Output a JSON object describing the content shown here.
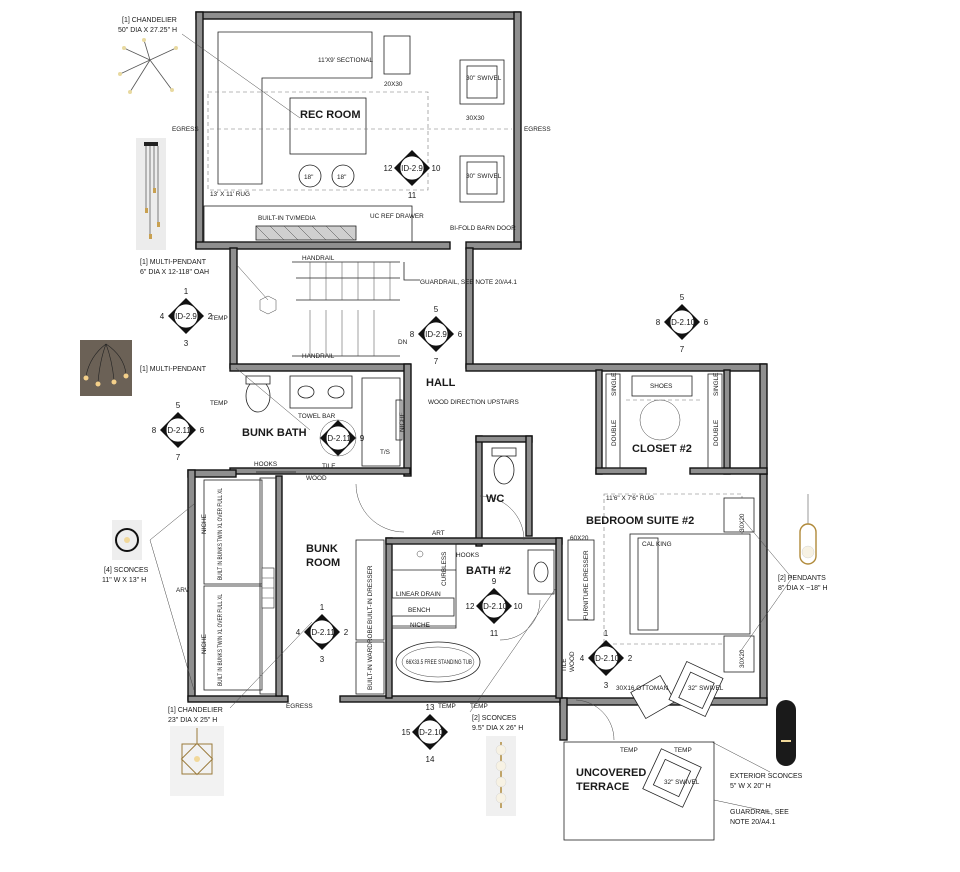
{
  "rooms": {
    "rec_room": "REC ROOM",
    "hall": "HALL",
    "bunk_bath": "BUNK BATH",
    "bunk_room": "BUNK ROOM",
    "wc": "WC",
    "bath2": "BATH #2",
    "closet2": "CLOSET #2",
    "bedroom2": "BEDROOM SUITE #2",
    "terrace": "UNCOVERED TERRACE"
  },
  "bunk_room_lines": [
    "BUNK",
    "ROOM"
  ],
  "terrace_lines": [
    "UNCOVERED",
    "TERRACE"
  ],
  "labels": {
    "sectional": "11'X9' SECTIONAL",
    "table_20x30": "20X30",
    "swivel_30": "30\" SWIVEL",
    "table_30x30": "30X30",
    "stool_18": "18\"",
    "rug_13x11": "13' X 11' RUG",
    "builtin_tv": "BUILT-IN TV/MEDIA",
    "uc_ref": "UC REF DRAWER",
    "bifold": "BI-FOLD BARN DOOR",
    "egress": "EGRESS",
    "handrail": "HANDRAIL",
    "guardrail": "GUARDRAIL, SEE NOTE 20/A4.1",
    "dn": "DN",
    "temp": "TEMP",
    "towel_bar": "TOWEL BAR",
    "niche": "NICHE",
    "ts": "T/S",
    "hooks": "HOOKS",
    "tile": "TILE",
    "wood": "WOOD",
    "wood_direction": "WOOD DIRECTION UPSTAIRS",
    "art": "ART",
    "curbless": "CURBLESS",
    "linear_drain": "LINEAR DRAIN",
    "bench": "BENCH",
    "tub": "66X33.5 FREE STANDING TUB",
    "builtin_dresser": "BUILT-IN DRESSER",
    "builtin_wardrobe": "BUILT-IN WARDROBE",
    "bunks": "BUILT IN BUNKS TWIN XL OVER FULL XL",
    "arv": "ARV",
    "shoes": "SHOES",
    "single": "SINGLE",
    "double": "DOUBLE",
    "rug_11x7": "11'6\" X 7'6\" RUG",
    "table_30x20": "30X20",
    "table_60x20": "60X20",
    "cal_king": "CAL KING",
    "furniture_dresser": "FURNITURE DRESSER",
    "ottoman": "30X16 OTTOMAN",
    "swivel_32": "32\" SWIVEL"
  },
  "callouts": {
    "chandelier1_title": "[1] CHANDELIER",
    "chandelier1_size": "50\" DIA X 27.25\" H",
    "multipendant1_title": "[1] MULTI-PENDANT",
    "multipendant1_size": "6\" DIA X 12-118\" OAH",
    "multipendant2_title": "[1] MULTI-PENDANT",
    "sconces4_title": "[4] SCONCES",
    "sconces4_size": "11\" W X 13\" H",
    "chandelier2_title": "[1] CHANDELIER",
    "chandelier2_size": "23\" DIA X 25\" H",
    "sconces2_title": "[2] SCONCES",
    "sconces2_size": "9.5\" DIA X 26\" H",
    "pendants2_title": "[2] PENDANTS",
    "pendants2_size": "8\" DIA X ~18\" H",
    "exterior_title": "EXTERIOR SCONCES",
    "exterior_size": "5\" W X 20\" H",
    "guardrail_title": "GUARDRAIL, SEE",
    "guardrail_note": "NOTE 20/A4.1"
  },
  "elevation_tags": [
    {
      "id": "ID-2.9",
      "numbers": [
        "",
        "10",
        "11",
        "12"
      ]
    },
    {
      "id": "ID-2.9",
      "numbers": [
        "5",
        "6",
        "7",
        "8"
      ]
    },
    {
      "id": "ID-2.9",
      "numbers": [
        "1",
        "2",
        "3",
        "4"
      ]
    },
    {
      "id": "ID-2.10",
      "numbers": [
        "5",
        "6",
        "7",
        "8"
      ]
    },
    {
      "id": "ID-2.11",
      "numbers": [
        "5",
        "6",
        "7",
        "8"
      ]
    },
    {
      "id": "ID-2.11",
      "numbers": [
        "",
        "9",
        "",
        ""
      ]
    },
    {
      "id": "ID-2.10",
      "numbers": [
        "9",
        "10",
        "11",
        "12"
      ]
    },
    {
      "id": "ID-2.11",
      "numbers": [
        "1",
        "2",
        "3",
        "4"
      ]
    },
    {
      "id": "ID-2.10",
      "numbers": [
        "1",
        "2",
        "3",
        "4"
      ]
    },
    {
      "id": "ID-2.10",
      "numbers": [
        "13",
        "",
        "14",
        "15"
      ]
    }
  ],
  "colors": {
    "wall": "#8f8f8f",
    "line": "#222222",
    "background": "#ffffff"
  },
  "icons": [
    "chandelier-icon",
    "multi-pendant-icon",
    "wall-sconce-icon",
    "geometric-chandelier-icon",
    "globe-sconce-icon",
    "pendant-light-icon",
    "exterior-sconce-icon"
  ]
}
